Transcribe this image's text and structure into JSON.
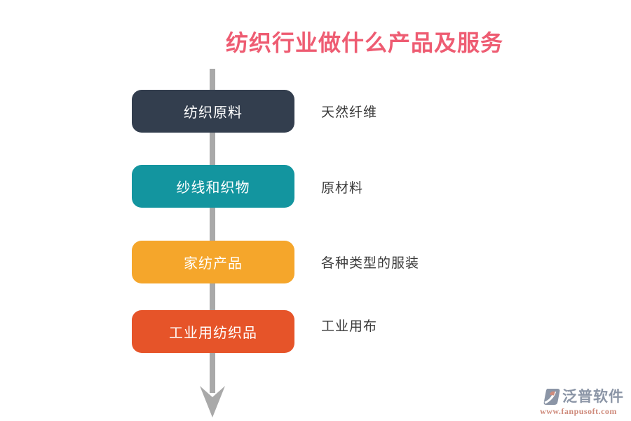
{
  "title": {
    "text": "纺织行业做什么产品及服务",
    "color": "#ee5c72"
  },
  "flow": {
    "arrow_color": "#a9a9a9",
    "steps": [
      {
        "label": "纺织原料",
        "note": "天然纤维",
        "color": "#333e4e"
      },
      {
        "label": "纱线和织物",
        "note": "原材料",
        "color": "#13959f"
      },
      {
        "label": "家纺产品",
        "note": "各种类型的服装",
        "color": "#f5a62b"
      },
      {
        "label": "工业用纺织品",
        "note": "工业用布",
        "color": "#e65429"
      }
    ]
  },
  "watermark": {
    "brand": "泛普软件",
    "url": "www.fanpusoft.com",
    "brand_color": "#8b95a6",
    "url_color": "#cf8b7c"
  }
}
